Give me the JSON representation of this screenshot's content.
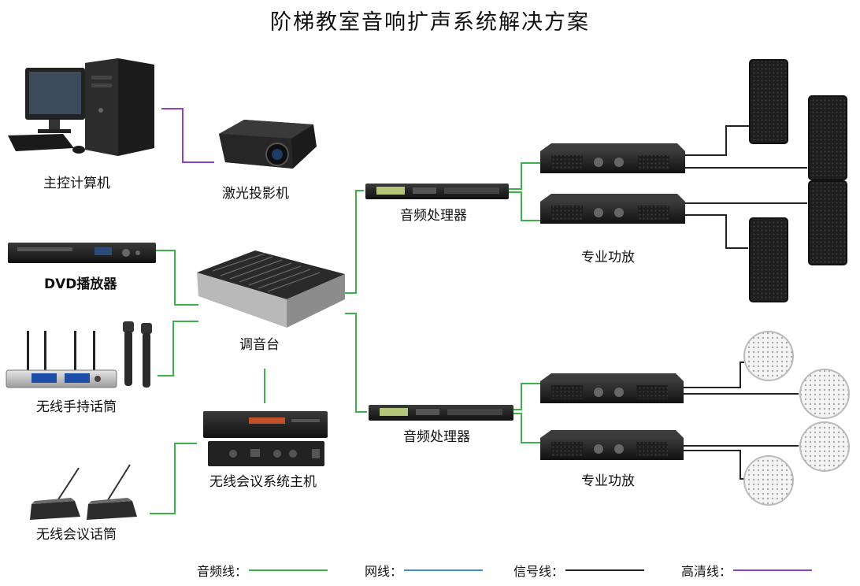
{
  "title": "阶梯教室音响扩声系统解决方案",
  "devices": {
    "pc": "主控计算机",
    "projector": "激光投影机",
    "dvd": "DVD播放器",
    "handheld_mic": "无线手持话筒",
    "mixer": "调音台",
    "conference_host": "无线会议系统主机",
    "conference_mic": "无线会议话筒",
    "processor_top": "音频处理器",
    "processor_bottom": "音频处理器",
    "amp_top": "专业功放",
    "amp_bottom": "专业功放"
  },
  "legend": [
    {
      "label": "音频线：",
      "color": "#3db24a"
    },
    {
      "label": "网线：",
      "color": "#3f8fd6"
    },
    {
      "label": "信号线：",
      "color": "#222222"
    },
    {
      "label": "高清线：",
      "color": "#8a43c9"
    }
  ],
  "colors": {
    "audio": "#3db24a",
    "network": "#3f8fd6",
    "signal": "#222222",
    "hd": "#8a43c9"
  }
}
